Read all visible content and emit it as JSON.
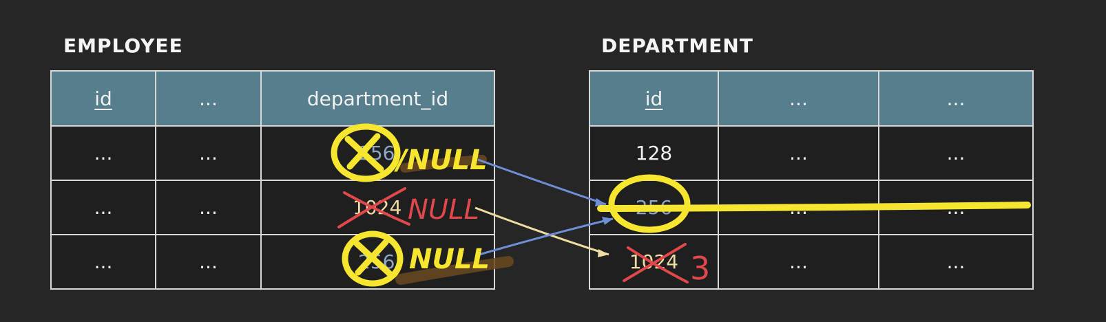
{
  "employee": {
    "title": "EMPLOYEE",
    "headers": [
      "id",
      "...",
      "department_id"
    ],
    "rows": [
      [
        "...",
        "...",
        "256"
      ],
      [
        "...",
        "...",
        "1024"
      ],
      [
        "...",
        "...",
        "256"
      ]
    ]
  },
  "department": {
    "title": "DEPARTMENT",
    "headers": [
      "id",
      "...",
      "..."
    ],
    "rows": [
      [
        "128",
        "...",
        "..."
      ],
      [
        "256",
        "...",
        "..."
      ],
      [
        "1024",
        "...",
        "..."
      ]
    ]
  },
  "annotations": {
    "null_1": "/NULL",
    "null_2": "NULL",
    "null_3": "NULL",
    "replacement": "3"
  },
  "colors": {
    "background": "#262626",
    "header": "#567e8c",
    "highlight_yellow": "#f6e630",
    "strike_red": "#e0484b",
    "arrow_blue": "#6e8fd8",
    "arrow_cream": "#f0dba3"
  }
}
